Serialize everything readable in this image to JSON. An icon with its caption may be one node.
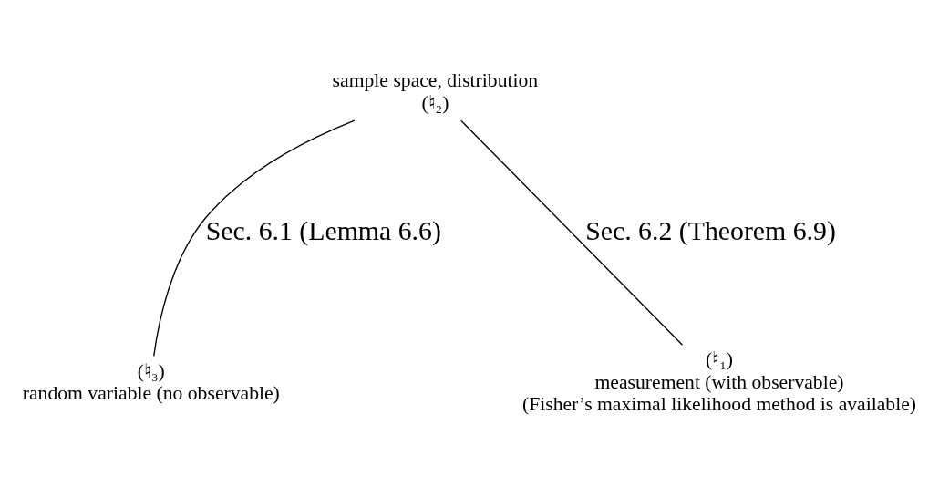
{
  "diagram": {
    "nodes": [
      {
        "text": [
          "sample space, distribution",
          "(♮₂)"
        ]
      },
      {
        "text": [
          "(♮₃)",
          "random variable (no observable)"
        ]
      },
      {
        "text": [
          "(♮₁)",
          "measurement (with observable)",
          "(Fisher’s maximal likelihood method is available)"
        ]
      }
    ],
    "edges": [
      {
        "from": 0,
        "to": 1,
        "arrow": "none",
        "label": "Sec. 6.1 (Lemma 6.6)"
      },
      {
        "from": 0,
        "to": 2,
        "arrow": "none",
        "label": "Sec. 6.2 (Theorem 6.9)"
      }
    ]
  }
}
